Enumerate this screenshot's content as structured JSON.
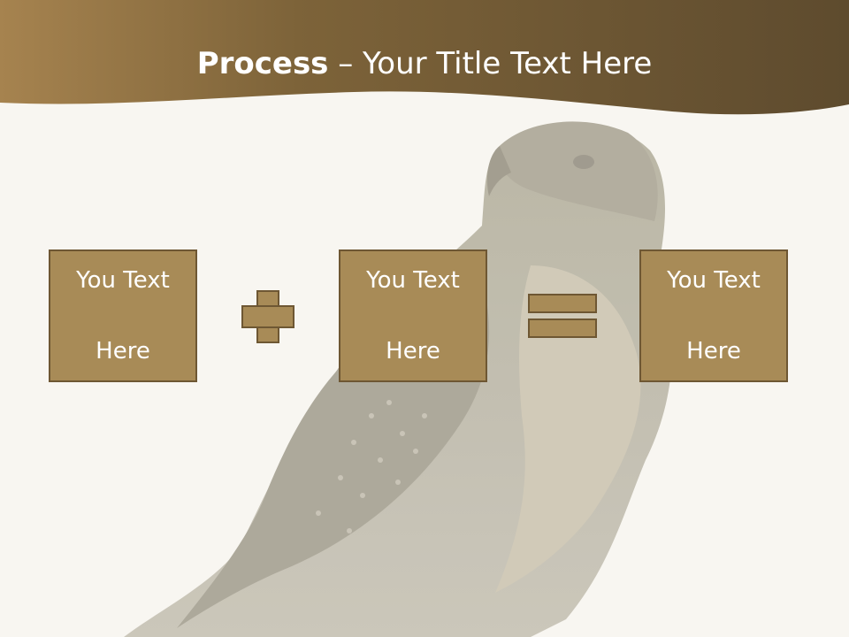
{
  "slide": {
    "title_bold": "Process",
    "title_rest": " – Your Title Text Here",
    "boxes": [
      {
        "line1": "You Text",
        "line2": "Here"
      },
      {
        "line1": "You Text",
        "line2": "Here"
      },
      {
        "line1": "You Text",
        "line2": "Here"
      }
    ]
  },
  "colors": {
    "header_dark": "#5e4b2e",
    "header_light": "#a6834f",
    "box_fill": "#a88b57",
    "box_border": "#6e5733",
    "background": "#f8f6f1"
  },
  "icons": [
    "plus-icon",
    "equals-icon"
  ]
}
